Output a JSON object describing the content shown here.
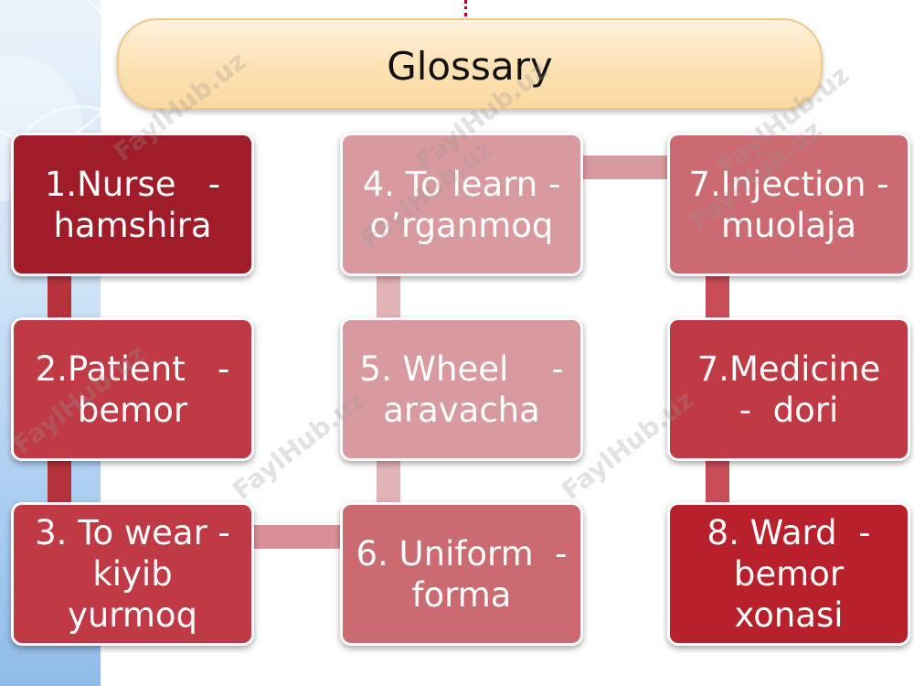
{
  "title": "Glossary",
  "watermark": "FaylHub.uz",
  "items": [
    {
      "text": "1.Nurse   -\nhamshira"
    },
    {
      "text": "2.Patient   -\nbemor"
    },
    {
      "text": "3. To wear -\nkiyib\nyurmoq"
    },
    {
      "text": "4. To learn -\no’rganmoq"
    },
    {
      "text": "5. Wheel    -\naravacha"
    },
    {
      "text": "6. Uniform  -\nforma"
    },
    {
      "text": "7.Injection -\nmuolaja"
    },
    {
      "text": "7.Medicine\n-  dori"
    },
    {
      "text": "8. Ward  -\nbemor\nxonasi"
    }
  ],
  "colors": {
    "connector_col1": "#b5323c",
    "connector_h": "#d88f95",
    "connector_col2": "#e2b3b6",
    "connector_col3": "#c84d57"
  }
}
